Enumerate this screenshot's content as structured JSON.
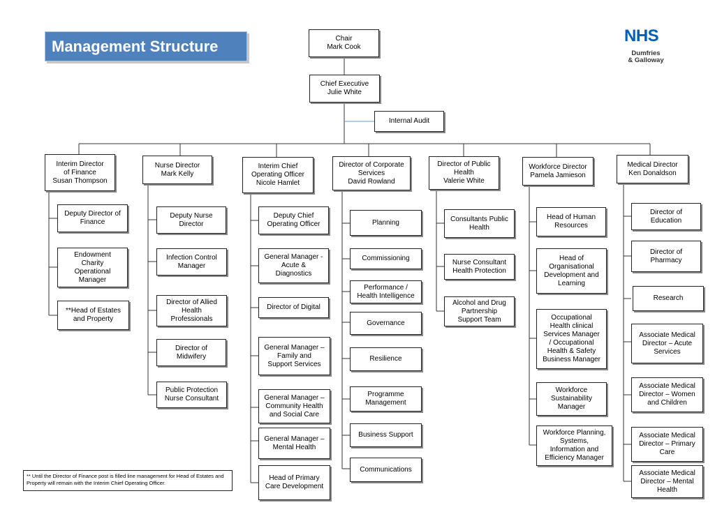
{
  "title": "Management Structure",
  "logo": {
    "brand": "NHS",
    "line1": "Dumfries",
    "line2": "& Galloway"
  },
  "chair": "Chair\nMark Cook",
  "chief_executive": "Chief Executive\nJulie White",
  "internal_audit": "Internal Audit",
  "directors": {
    "finance": "Interim Director\nof Finance\nSusan Thompson",
    "nurse": "Nurse Director\nMark Kelly",
    "coo": "Interim Chief\nOperating Officer\nNicole Hamlet",
    "corporate": "Director of Corporate\nServices\nDavid Rowland",
    "public_health": "Director of Public\nHealth\nValerie White",
    "workforce": "Workforce Director\nPamela Jamieson",
    "medical": "Medical Director\nKen Donaldson"
  },
  "finance_items": [
    "Deputy Director of\nFinance",
    "Endowment\nCharity\nOperational\nManager",
    "**Head of Estates\nand Property"
  ],
  "nurse_items": [
    "Deputy Nurse\nDirector",
    "Infection Control\nManager",
    "Director of Allied\nHealth\nProfessionals",
    "Director of\nMidwifery",
    "Public Protection\nNurse Consultant"
  ],
  "coo_items": [
    "Deputy Chief\nOperating Officer",
    "General Manager -\nAcute &\nDiagnostics",
    "Director of Digital",
    "General Manager –\nFamily and\nSupport Services",
    "General Manager –\nCommunity Health\nand Social Care",
    "General Manager –\nMental Health",
    "Head of Primary\nCare Development"
  ],
  "corporate_items": [
    "Planning",
    "Commissioning",
    "Performance /\nHealth Intelligence",
    "Governance",
    "Resilience",
    "Programme\nManagement",
    "Business Support",
    "Communications"
  ],
  "public_health_items": [
    "Consultants Public\nHealth",
    "Nurse Consultant\nHealth Protection",
    "Alcohol and Drug\nPartnership\nSupport Team"
  ],
  "workforce_items": [
    "Head of Human\nResources",
    "Head of\nOrganisational\nDevelopment and\nLearning",
    "Occupational\nHealth clinical\nServices Manager\n/ Occupational\nHealth & Safety\nBusiness Manager",
    "Workforce\nSustainability\nManager",
    "Workforce Planning,\nSystems,\nInformation and\nEfficiency Manager"
  ],
  "medical_items": [
    "Director of\nEducation",
    "Director of\nPharmacy",
    "Research",
    "Associate Medical\nDirector – Acute\nServices",
    "Associate Medical\nDirector – Women\nand Children",
    "Associate Medical\nDirector – Primary\nCare",
    "Associate Medical\nDirector – Mental\nHealth"
  ],
  "footnote": "** Until the Director of Finance post is filled line management for Head of Estates and Property will remain with the Interim Chief Operating Officer."
}
